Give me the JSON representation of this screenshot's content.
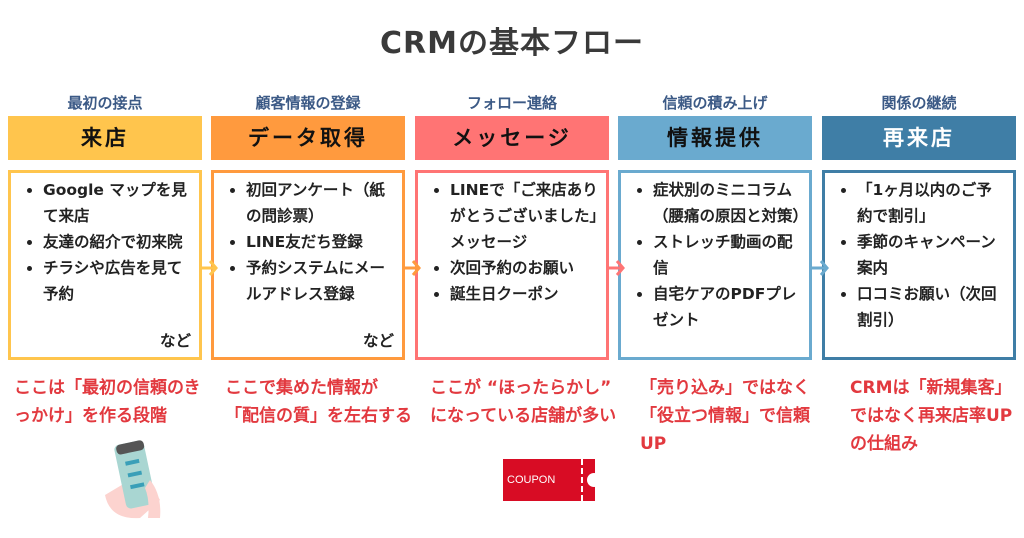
{
  "title": "CRMの基本フロー",
  "colors": {
    "c1": "#FFC54D",
    "c2": "#FF9A3E",
    "c3": "#FF7474",
    "c4": "#6AAACF",
    "c5": "#3F7EA6",
    "note": "#E2393F"
  },
  "steps": [
    {
      "subtitle": "最初の接点",
      "heading": "来店",
      "items": [
        "Google マップを見て来店",
        "友達の紹介で初来院",
        "チラシや広告を見て予約"
      ],
      "etc": "など",
      "note": "ここは「最初の信頼のきっかけ」を作る段階"
    },
    {
      "subtitle": "顧客情報の登録",
      "heading": "データ取得",
      "items": [
        "初回アンケート（紙の問診票）",
        "LINE友だち登録",
        "予約システムにメールアドレス登録"
      ],
      "etc": "など",
      "note": "ここで集めた情報が 「配信の質」を左右する"
    },
    {
      "subtitle": "フォロー連絡",
      "heading": "メッセージ",
      "items": [
        "LINEで「ご来店ありがとうございました」メッセージ",
        "次回予約のお願い",
        "誕生日クーポン"
      ],
      "note": "ここが “ほったらかし” になっている店舗が多い"
    },
    {
      "subtitle": "信頼の積み上げ",
      "heading": "情報提供",
      "items": [
        "症状別のミニコラム（腰痛の原因と対策）",
        "ストレッチ動画の配信",
        "自宅ケアのPDFプレゼント"
      ],
      "note": "「売り込み」ではなく「役立つ情報」で信頼UP"
    },
    {
      "subtitle": "関係の継続",
      "heading": "再来店",
      "items": [
        "「1ヶ月以内のご予約で割引」",
        "季節のキャンペーン案内",
        "口コミお願い（次回割引）"
      ],
      "note": "CRMは「新規集客」ではなく再来店率UPの仕組み"
    }
  ],
  "coupon_label": "COUPON"
}
